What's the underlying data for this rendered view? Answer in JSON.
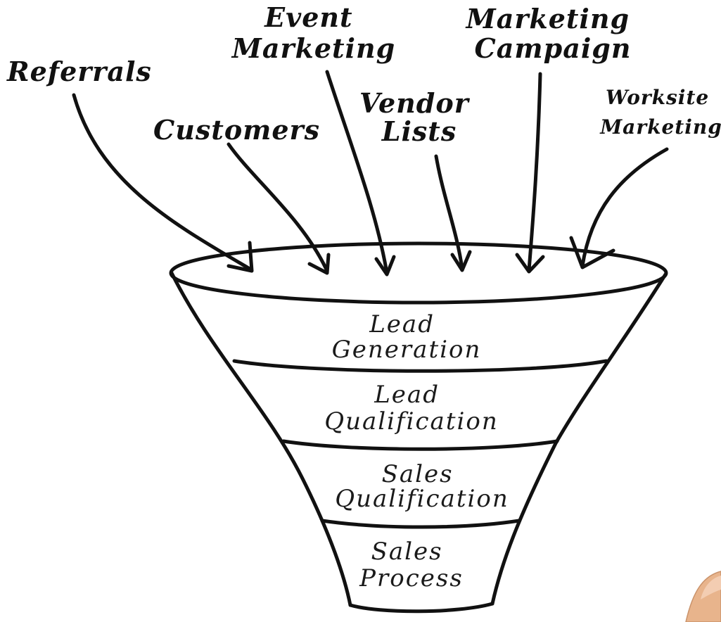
{
  "sources": [
    {
      "id": "referrals",
      "lines": [
        "Referrals"
      ]
    },
    {
      "id": "customers",
      "lines": [
        "Customers"
      ]
    },
    {
      "id": "event-marketing",
      "lines": [
        "Event",
        "Marketing"
      ]
    },
    {
      "id": "vendor-lists",
      "lines": [
        "Vendor",
        "Lists"
      ]
    },
    {
      "id": "marketing-campaign",
      "lines": [
        "Marketing",
        "Campaign"
      ]
    },
    {
      "id": "worksite-marketing",
      "lines": [
        "Worksite",
        "Marketing"
      ]
    }
  ],
  "stages": [
    {
      "id": "lead-generation",
      "lines": [
        "Lead",
        "Generation"
      ]
    },
    {
      "id": "lead-qualification",
      "lines": [
        "Lead",
        "Qualification"
      ]
    },
    {
      "id": "sales-qualification",
      "lines": [
        "Sales",
        "Qualification"
      ]
    },
    {
      "id": "sales-process",
      "lines": [
        "Sales",
        "Process"
      ]
    }
  ],
  "colors": {
    "ink": "#111111",
    "background": "#ffffff",
    "skin": "#e8b48c"
  }
}
